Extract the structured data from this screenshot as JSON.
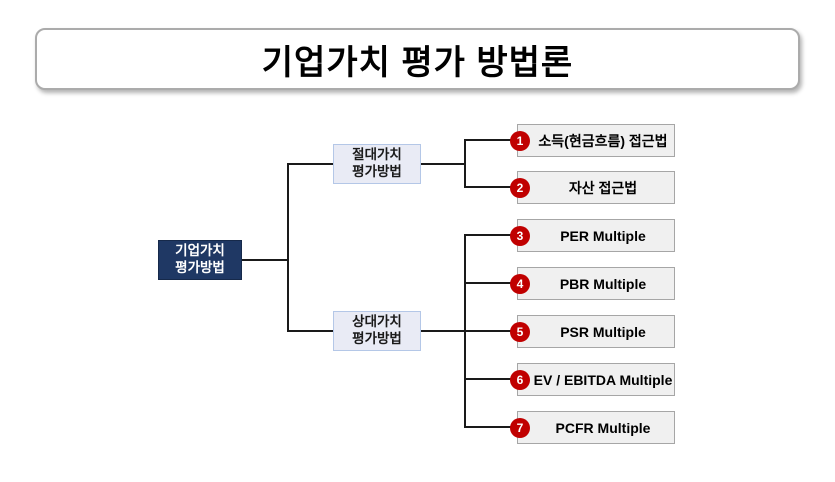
{
  "title": "기업가치 평가 방법론",
  "root": {
    "label": "기업가치\n평가방법"
  },
  "branches": [
    {
      "label": "절대가치\n평가방법"
    },
    {
      "label": "상대가치\n평가방법"
    }
  ],
  "leaves": [
    {
      "number": "1",
      "label": "소득(현금흐름) 접근법"
    },
    {
      "number": "2",
      "label": "자산 접근법"
    },
    {
      "number": "3",
      "label": "PER Multiple"
    },
    {
      "number": "4",
      "label": "PBR Multiple"
    },
    {
      "number": "5",
      "label": "PSR Multiple"
    },
    {
      "number": "6",
      "label": "EV / EBITDA Multiple"
    },
    {
      "number": "7",
      "label": "PCFR Multiple"
    }
  ],
  "colors": {
    "root_bg": "#1F3864",
    "branch_bg": "#E9EBF5",
    "branch_border": "#B4C7E7",
    "leaf_bg": "#F0F0F0",
    "leaf_border": "#A6A6A6",
    "badge_bg": "#C00000",
    "line": "#1A1A1A"
  }
}
